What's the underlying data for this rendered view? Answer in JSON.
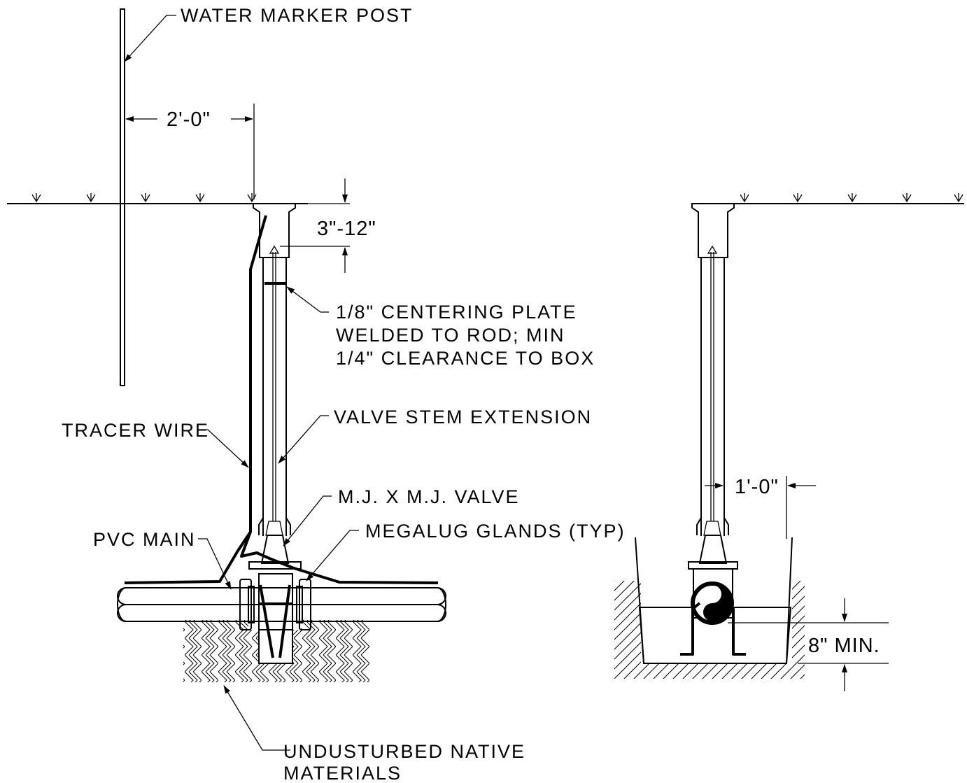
{
  "labels": {
    "water_marker_post": "WATER MARKER POST",
    "dim_2ft": "2'-0\"",
    "dim_3_12": "3\"-12\"",
    "centering_plate_line1": "1/8\" CENTERING PLATE",
    "centering_plate_line2": "WELDED TO ROD; MIN",
    "centering_plate_line3": "1/4\" CLEARANCE TO BOX",
    "valve_stem_extension": "VALVE STEM EXTENSION",
    "tracer_wire": "TRACER WIRE",
    "mj_valve": "M.J. X M.J. VALVE",
    "pvc_main": "PVC MAIN",
    "megalug_glands": "MEGALUG GLANDS (TYP)",
    "undisturbed_line1": "UNDUSTURBED NATIVE",
    "undisturbed_line2": "MATERIALS",
    "dim_1ft": "1'-0\"",
    "dim_8in": "8\" MIN."
  }
}
